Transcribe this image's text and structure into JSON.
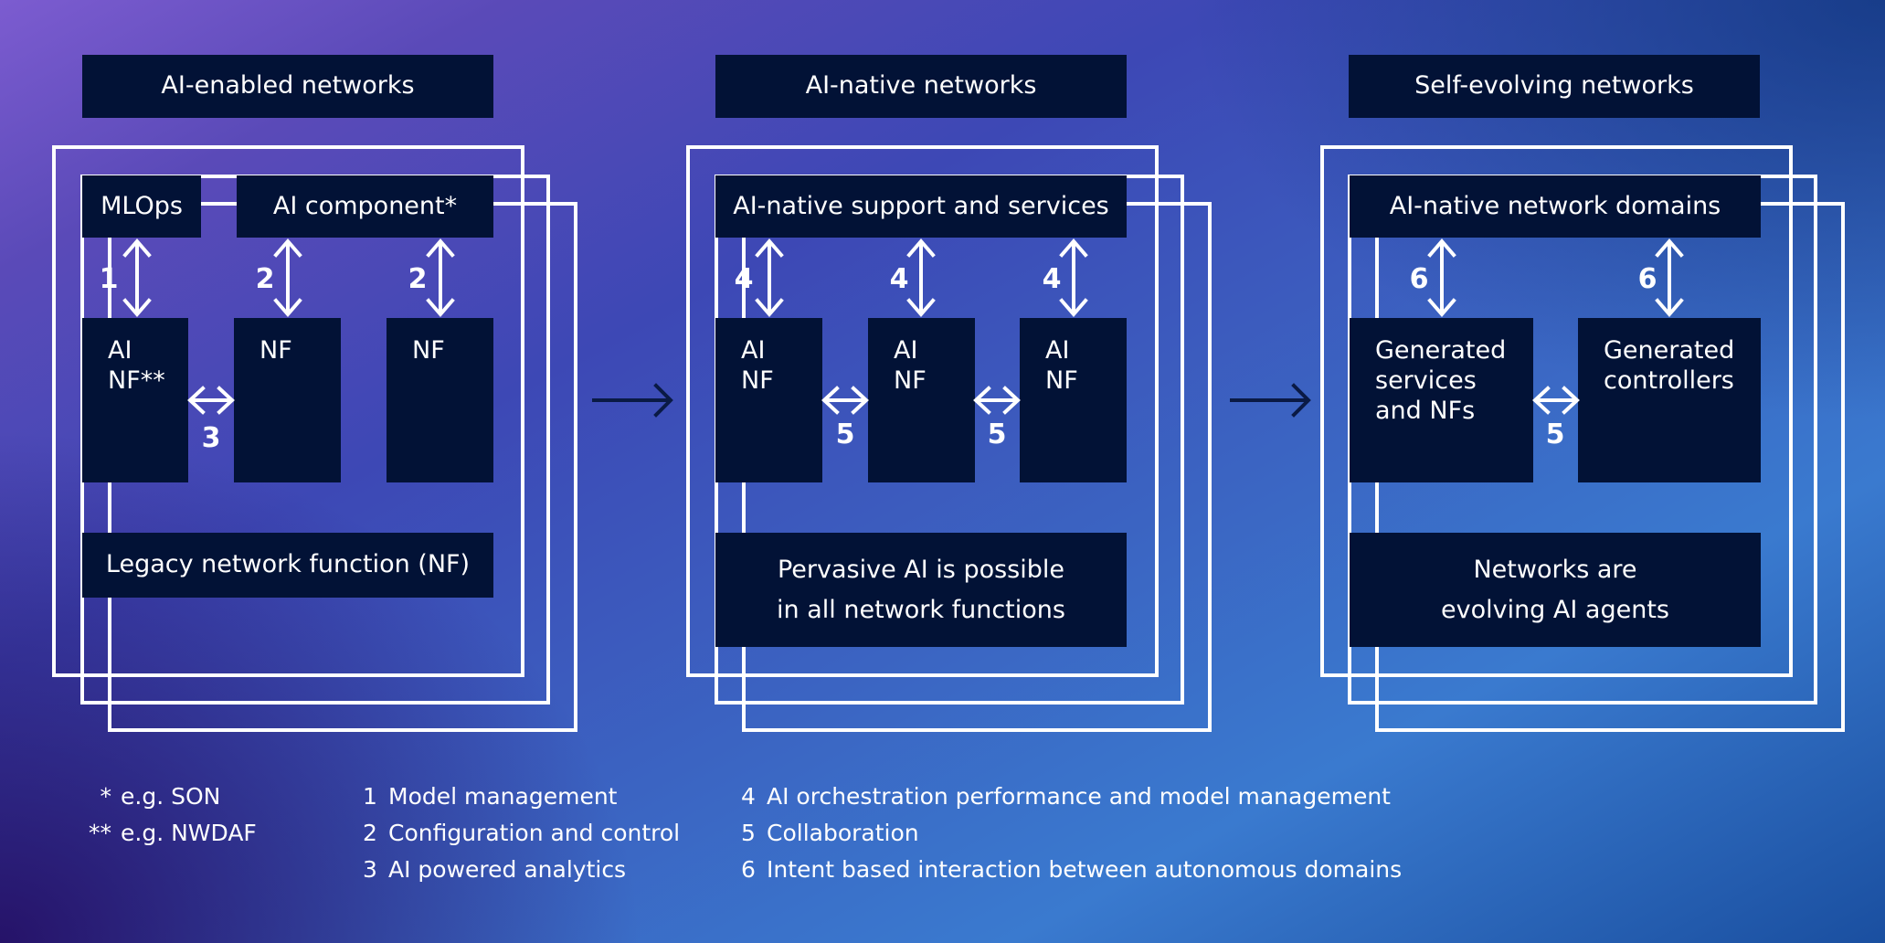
{
  "stages": [
    {
      "title": "AI-enabled networks",
      "mlops": "MLOps",
      "ai_component": "AI component*",
      "ai_nf": "AI\nNF**",
      "nf1": "NF",
      "nf2": "NF",
      "legacy": "Legacy network function (NF)",
      "num_left": "1",
      "num_mid": "2",
      "num_right": "2",
      "num_horizontal": "3"
    },
    {
      "title": "AI-native networks",
      "support": "AI-native support and services",
      "ai_nf_a": "AI\nNF",
      "ai_nf_b": "AI\nNF",
      "ai_nf_c": "AI\nNF",
      "pervasive": "Pervasive AI is possible\nin all network functions",
      "num_left": "4",
      "num_mid": "4",
      "num_right": "4",
      "num_h1": "5",
      "num_h2": "5"
    },
    {
      "title": "Self-evolving networks",
      "domains": "AI-native network domains",
      "generated_services": "Generated\nservices\nand NFs",
      "generated_controllers": "Generated\ncontrollers",
      "agents": "Networks are\nevolving AI agents",
      "num_left": "6",
      "num_right": "6",
      "num_horizontal": "5"
    }
  ],
  "legend": {
    "footnotes": [
      {
        "mark": "*",
        "text": "e.g. SON"
      },
      {
        "mark": "**",
        "text": "e.g. NWDAF"
      }
    ],
    "col2": [
      {
        "mark": "1",
        "text": "Model management"
      },
      {
        "mark": "2",
        "text": "Configuration and control"
      },
      {
        "mark": "3",
        "text": "AI powered analytics"
      }
    ],
    "col3": [
      {
        "mark": "4",
        "text": "AI orchestration performance and model management"
      },
      {
        "mark": "5",
        "text": "Collaboration"
      },
      {
        "mark": "6",
        "text": "Intent based interaction between autonomous domains"
      }
    ]
  },
  "colors": {
    "box_fill": "#021236",
    "frame_stroke": "#ffffff",
    "stage_arrow": "#0a1a45",
    "background_start": "#7c5cd0",
    "background_end": "#1a4fa0"
  }
}
